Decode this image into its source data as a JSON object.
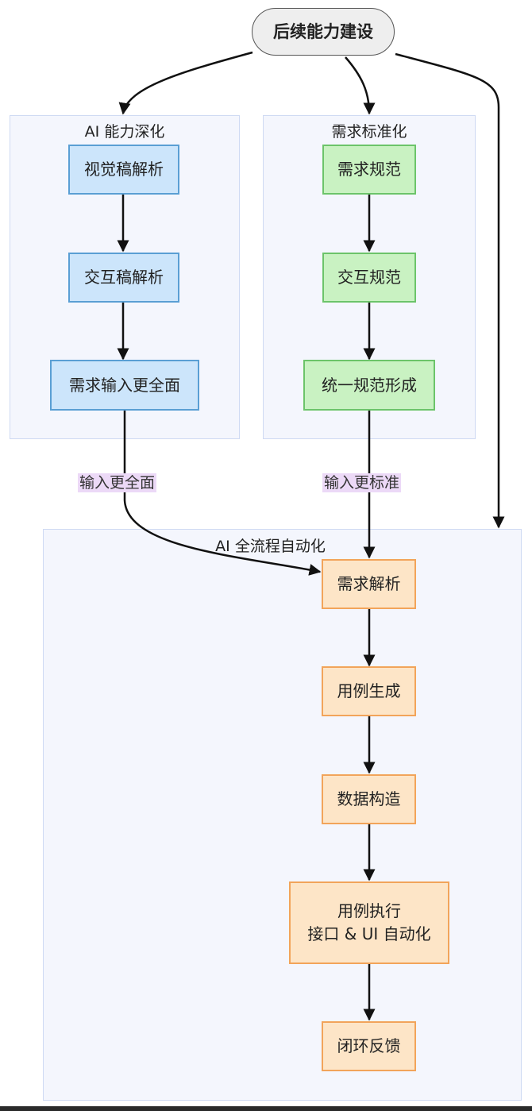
{
  "root": {
    "label": "后续能力建设"
  },
  "clusters": {
    "ai_capability": {
      "title": "AI 能力深化"
    },
    "standardization": {
      "title": "需求标准化"
    },
    "automation": {
      "title": "AI 全流程自动化"
    }
  },
  "nodes": {
    "visual_parse": {
      "label": "视觉稿解析",
      "color": "#cce5fb"
    },
    "interaction_parse": {
      "label": "交互稿解析",
      "color": "#cce5fb"
    },
    "complete_input": {
      "label": "需求输入更全面",
      "color": "#cce5fb"
    },
    "req_spec": {
      "label": "需求规范",
      "color": "#c9f2c2"
    },
    "interaction_spec": {
      "label": "交互规范",
      "color": "#c9f2c2"
    },
    "unified_spec": {
      "label": "统一规范形成",
      "color": "#c9f2c2"
    },
    "req_analysis": {
      "label": "需求解析",
      "color": "#fde5c7"
    },
    "case_gen": {
      "label": "用例生成",
      "color": "#fde5c7"
    },
    "data_build": {
      "label": "数据构造",
      "color": "#fde5c7"
    },
    "case_exec": {
      "label": "用例执行\n接口 & UI 自动化",
      "color": "#fde5c7"
    },
    "feedback": {
      "label": "闭环反馈",
      "color": "#fde5c7"
    }
  },
  "edge_labels": {
    "more_complete": "输入更全面",
    "more_standard": "输入更标准"
  },
  "edges": [
    {
      "from": "root",
      "to": "ai_capability"
    },
    {
      "from": "root",
      "to": "standardization"
    },
    {
      "from": "root",
      "to": "automation"
    },
    {
      "from": "visual_parse",
      "to": "interaction_parse"
    },
    {
      "from": "interaction_parse",
      "to": "complete_input"
    },
    {
      "from": "req_spec",
      "to": "interaction_spec"
    },
    {
      "from": "interaction_spec",
      "to": "unified_spec"
    },
    {
      "from": "complete_input",
      "to": "req_analysis",
      "label": "输入更全面"
    },
    {
      "from": "unified_spec",
      "to": "req_analysis",
      "label": "输入更标准"
    },
    {
      "from": "req_analysis",
      "to": "case_gen"
    },
    {
      "from": "case_gen",
      "to": "data_build"
    },
    {
      "from": "data_build",
      "to": "case_exec"
    },
    {
      "from": "case_exec",
      "to": "feedback"
    }
  ]
}
